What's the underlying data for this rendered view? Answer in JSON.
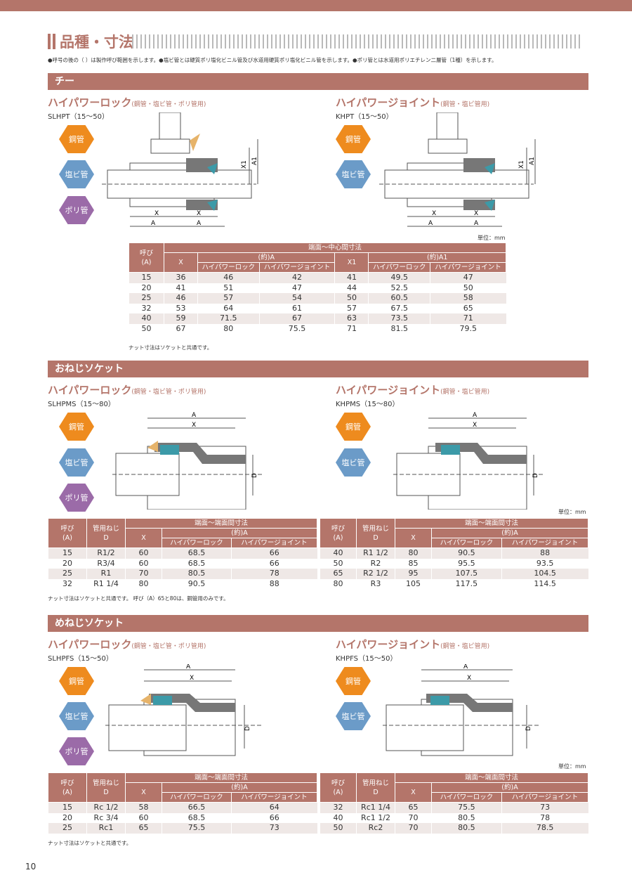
{
  "page": {
    "title": "品種・寸法",
    "notes": "●呼号の後の（ ）は製作呼び範囲を示します。●塩ビ管とは硬質ポリ塩化ビニル管及び水道用硬質ポリ塩化ビニル管を示します。●ポリ管とは水道用ポリエチレン二層管（1種）を示します。",
    "page_number": "10",
    "unit_label": "単位：mm"
  },
  "pipe_tags": {
    "steel": "鋼管",
    "pvc": "塩ビ管",
    "poly": "ポリ管"
  },
  "colors": {
    "accent": "#b4756a",
    "steel": "#ee8b1e",
    "pvc": "#6b9bc8",
    "poly": "#9b6ba8"
  },
  "dim_labels": {
    "a": "A",
    "x": "X",
    "a1": "A1",
    "x1": "X1",
    "d": "D"
  },
  "sections": {
    "tee": {
      "title": "チー",
      "left": {
        "name": "ハイパワーロック",
        "sub": "(鋼管・塩ビ管・ポリ管用)",
        "model": "SLHPT（15〜50）"
      },
      "right": {
        "name": "ハイパワージョイント",
        "sub": "(鋼管・塩ビ管用)",
        "model": "KHPT（15〜50）"
      },
      "table": {
        "h_nominal": "呼び\n(A)",
        "h_group": "端面〜中心間寸法",
        "h_x": "X",
        "h_a": "(約)A",
        "h_x1": "X1",
        "h_a1": "(約)A1",
        "h_lock": "ハイパワーロック",
        "h_joint": "ハイパワージョイント",
        "rows": [
          [
            "15",
            "36",
            "46",
            "42",
            "41",
            "49.5",
            "47"
          ],
          [
            "20",
            "41",
            "51",
            "47",
            "44",
            "52.5",
            "50"
          ],
          [
            "25",
            "46",
            "57",
            "54",
            "50",
            "60.5",
            "58"
          ],
          [
            "32",
            "53",
            "64",
            "61",
            "57",
            "67.5",
            "65"
          ],
          [
            "40",
            "59",
            "71.5",
            "67",
            "63",
            "73.5",
            "71"
          ],
          [
            "50",
            "67",
            "80",
            "75.5",
            "71",
            "81.5",
            "79.5"
          ]
        ]
      },
      "footnote": "ナット寸法はソケットと共通です。"
    },
    "male": {
      "title": "おねじソケット",
      "left": {
        "name": "ハイパワーロック",
        "sub": "(鋼管・塩ビ管・ポリ管用)",
        "model": "SLHPMS（15〜80）"
      },
      "right": {
        "name": "ハイパワージョイント",
        "sub": "(鋼管・塩ビ管用)",
        "model": "KHPMS（15〜80）"
      },
      "table": {
        "h_nominal": "呼び\n(A)",
        "h_thread": "管用ねじ\nD",
        "h_group": "端面〜端面間寸法",
        "h_x": "X",
        "h_a": "(約)A",
        "h_lock": "ハイパワーロック",
        "h_joint": "ハイパワージョイント",
        "rows_left": [
          [
            "15",
            "R1/2",
            "60",
            "68.5",
            "66"
          ],
          [
            "20",
            "R3/4",
            "60",
            "68.5",
            "66"
          ],
          [
            "25",
            "R1",
            "70",
            "80.5",
            "78"
          ],
          [
            "32",
            "R1 1/4",
            "80",
            "90.5",
            "88"
          ]
        ],
        "rows_right": [
          [
            "40",
            "R1 1/2",
            "80",
            "90.5",
            "88"
          ],
          [
            "50",
            "R2",
            "85",
            "95.5",
            "93.5"
          ],
          [
            "65",
            "R2 1/2",
            "95",
            "107.5",
            "104.5"
          ],
          [
            "80",
            "R3",
            "105",
            "117.5",
            "114.5"
          ]
        ]
      },
      "footnote": "ナット寸法はソケットと共通です。 呼び（A）65と80は、鋼管用のみです。"
    },
    "female": {
      "title": "めねじソケット",
      "left": {
        "name": "ハイパワーロック",
        "sub": "(鋼管・塩ビ管・ポリ管用)",
        "model": "SLHPFS（15〜50）"
      },
      "right": {
        "name": "ハイパワージョイント",
        "sub": "(鋼管・塩ビ管用)",
        "model": "KHPFS（15〜50）"
      },
      "table": {
        "h_nominal": "呼び\n(A)",
        "h_thread": "管用ねじ\nD",
        "h_group": "端面〜端面間寸法",
        "h_x": "X",
        "h_a": "(約)A",
        "h_lock": "ハイパワーロック",
        "h_joint": "ハイパワージョイント",
        "rows_left": [
          [
            "15",
            "Rc 1/2",
            "58",
            "66.5",
            "64"
          ],
          [
            "20",
            "Rc 3/4",
            "60",
            "68.5",
            "66"
          ],
          [
            "25",
            "Rc1",
            "65",
            "75.5",
            "73"
          ]
        ],
        "rows_right": [
          [
            "32",
            "Rc1 1/4",
            "65",
            "75.5",
            "73"
          ],
          [
            "40",
            "Rc1 1/2",
            "70",
            "80.5",
            "78"
          ],
          [
            "50",
            "Rc2",
            "70",
            "80.5",
            "78.5"
          ]
        ]
      },
      "footnote": "ナット寸法はソケットと共通です。"
    }
  }
}
